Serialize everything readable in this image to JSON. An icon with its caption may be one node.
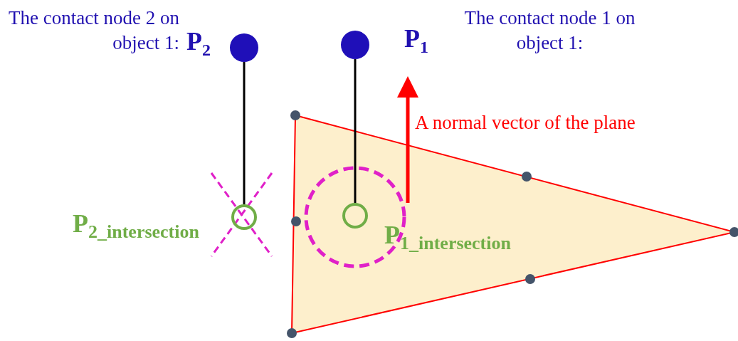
{
  "diagram": {
    "nodes": [
      {
        "text": [],
        "shape": "circle",
        "beside": [
          "P$_{2}$"
        ]
      },
      {
        "text": [],
        "shape": "circle",
        "beside": [
          "P$_{1}$"
        ]
      },
      {
        "text": [],
        "shape": "circle",
        "beside": [
          "P$_{2_intersection}$"
        ]
      },
      {
        "text": [],
        "shape": "circle",
        "beside": [
          "P$_{1_intersection}$"
        ]
      }
    ],
    "edges": [
      {
        "from": 0,
        "to": 2,
        "arrow": "none"
      },
      {
        "from": 1,
        "to": 3,
        "arrow": "none"
      }
    ],
    "labels": [
      "The contact node 2 on object 1:",
      "The contact node 1 on object 1:",
      "A normal vector of the plane"
    ]
  }
}
